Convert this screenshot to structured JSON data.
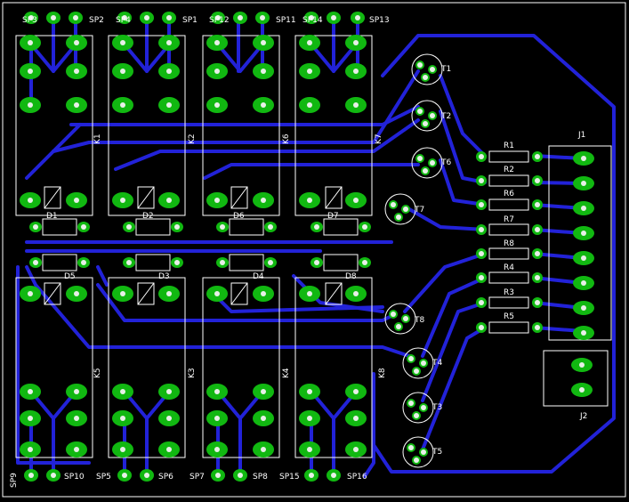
{
  "sp_top": [
    "SP3",
    "SP2",
    "SP4",
    "SP1",
    "SP12",
    "SP11",
    "SP14",
    "SP13"
  ],
  "sp_bottom": [
    "SP9",
    "SP10",
    "SP5",
    "SP6",
    "SP7",
    "SP8",
    "SP15",
    "SP16"
  ],
  "relays_top": [
    "K1",
    "K2",
    "K6",
    "K7"
  ],
  "relays_bottom": [
    "K5",
    "K3",
    "K4",
    "K8"
  ],
  "diodes_top": [
    "D1",
    "D2",
    "D6",
    "D7"
  ],
  "diodes_bottom": [
    "D5",
    "D3",
    "D4",
    "D8"
  ],
  "transistors": [
    "T1",
    "T2",
    "T6",
    "T7",
    "T8",
    "T4",
    "T3",
    "T5"
  ],
  "resistors": [
    "R1",
    "R2",
    "R6",
    "R7",
    "R8",
    "R4",
    "R3",
    "R5"
  ],
  "connectors": [
    "J1",
    "J2"
  ],
  "colors": {
    "background": "#000000",
    "track": "#2222d8",
    "pad": "#11b811",
    "silkscreen": "#ffffff"
  }
}
